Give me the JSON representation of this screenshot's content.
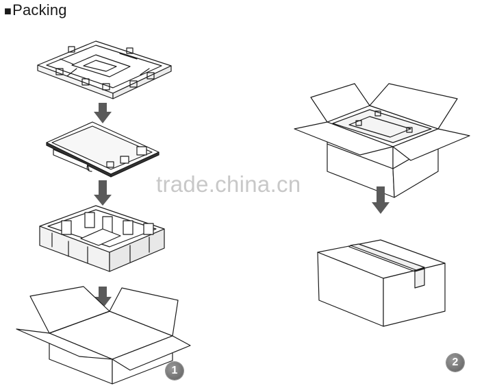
{
  "header": {
    "bullet": "■",
    "title": "Packing"
  },
  "watermark": {
    "text": "trade.china.cn"
  },
  "steps": [
    {
      "number": "1"
    },
    {
      "number": "2"
    }
  ],
  "colors": {
    "line": "#1a1a1a",
    "arrow": "#5a5a5a",
    "badge": "#7a7a7a",
    "watermark": "#c8c8c8"
  }
}
